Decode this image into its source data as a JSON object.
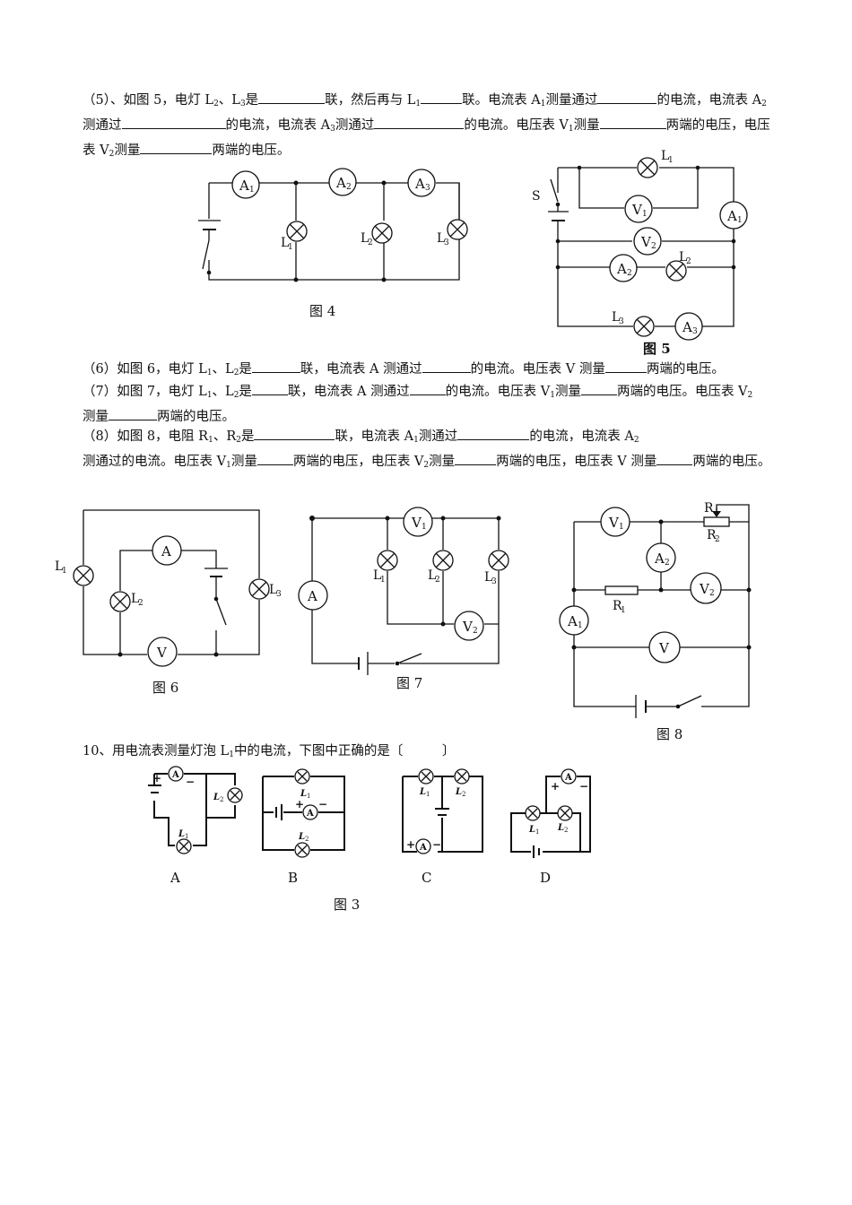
{
  "q5": {
    "p1": "（5）、如图 5，电灯 L",
    "p2": "、L",
    "p3": "是",
    "p4": "联，然后再与 L",
    "p5": "联。电流表 A",
    "p6": "测量通过",
    "p7": "的电流，电流表 A",
    "p8": "测通过",
    "p9": "的电流，电流表 A",
    "p10": "测通过",
    "p11": "的电流。电压表 V",
    "p12": "测量",
    "p13": "两端的电压，电压表 V",
    "p14": "测量",
    "p15": "两端的电压。"
  },
  "q6": {
    "p1": "（6）如图 6，电灯 L",
    "p2": "、L",
    "p3": "是",
    "p4": "联，电流表 A 测通过",
    "p5": "的电流。电压表 V 测量",
    "p6": "两端的电压。"
  },
  "q7": {
    "p1": "（7）如图 7，电灯 L",
    "p2": "、L",
    "p3": "是",
    "p4": "联，电流表 A 测通过",
    "p5": "的电流。电压表 V",
    "p6": "测量",
    "p7": "两端的电压。电压表 V",
    "p8": "测量",
    "p9": "两端的电压。"
  },
  "q8": {
    "p1": "（8）如图 8，电阻 R",
    "p2": "、R",
    "p3": "是",
    "p4": "联，电流表 A",
    "p5": "测通过",
    "p6": "的电流，电流表 A",
    "p7": "测通过的电流。电压表 V",
    "p8": "测量",
    "p9": "两端的电压，电压表 V",
    "p10": "测量",
    "p11": "两端的电压，电压表 V 测量",
    "p12": "两端的电压。"
  },
  "q10": {
    "text": "10、用电流表测量灯泡 L",
    "text2": "中的电流，下图中正确的是〔　　　〕"
  },
  "sub": {
    "one": "1",
    "two": "2",
    "three": "3"
  },
  "captions": {
    "fig4": "图 4",
    "fig5": "图 5",
    "fig6": "图 6",
    "fig7": "图 7",
    "fig8": "图 8",
    "fig3": "图 3"
  },
  "labels": {
    "A": "A",
    "V": "V",
    "L": "L",
    "S": "S",
    "R": "R",
    "optA": "A",
    "optB": "B",
    "optC": "C",
    "optD": "D",
    "plus": "+",
    "minus": "−"
  }
}
